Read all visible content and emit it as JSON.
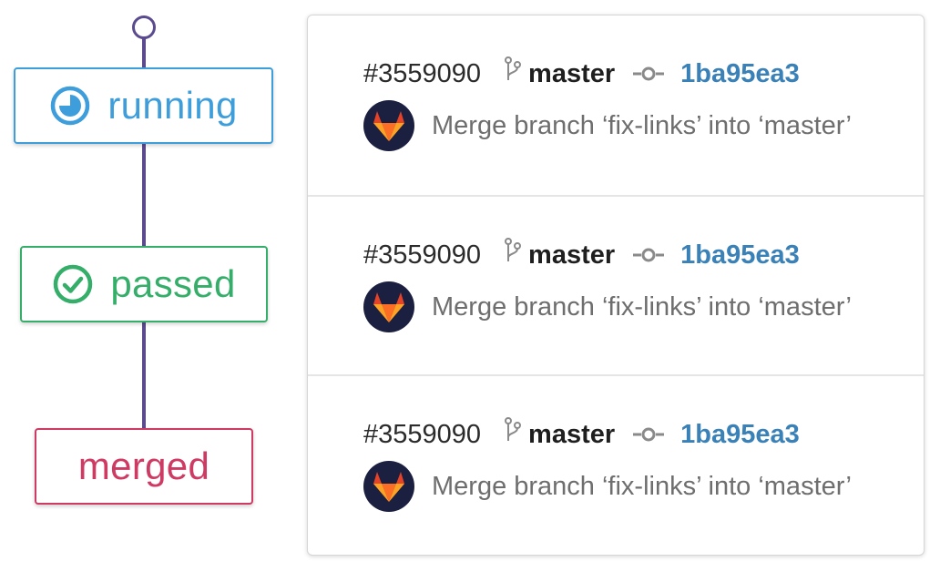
{
  "timeline": {
    "statuses": [
      {
        "label": "running",
        "icon": "running-icon",
        "color": "#3e9edb"
      },
      {
        "label": "passed",
        "icon": "check-circle-icon",
        "color": "#35ae6a"
      },
      {
        "label": "merged",
        "icon": "",
        "color": "#cf3a62"
      }
    ],
    "line_color": "#5b4a8e"
  },
  "pipelines": [
    {
      "id": "#3559090",
      "branch": "master",
      "commit": "1ba95ea3",
      "message": "Merge branch ‘fix-links’ into ‘master’",
      "avatar": "gitlab-tanuki-icon"
    },
    {
      "id": "#3559090",
      "branch": "master",
      "commit": "1ba95ea3",
      "message": "Merge branch ‘fix-links’ into ‘master’",
      "avatar": "gitlab-tanuki-icon"
    },
    {
      "id": "#3559090",
      "branch": "master",
      "commit": "1ba95ea3",
      "message": "Merge branch ‘fix-links’ into ‘master’",
      "avatar": "gitlab-tanuki-icon"
    }
  ],
  "colors": {
    "commit_link": "#3a81b7",
    "avatar_bg": "#1b1f40"
  }
}
